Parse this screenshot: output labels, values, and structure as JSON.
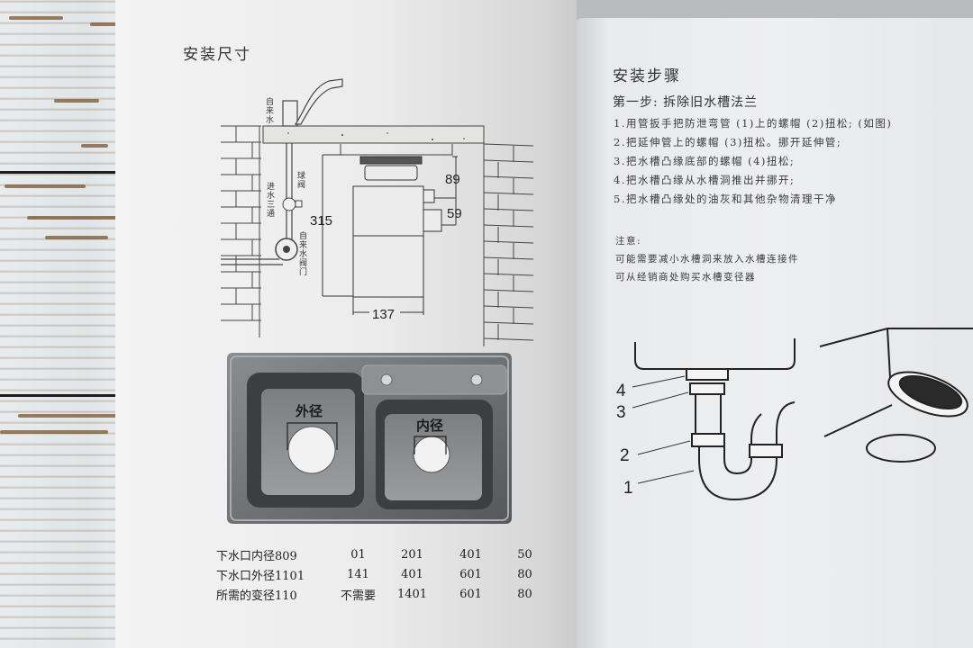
{
  "left_page": {
    "title": "安装尺寸",
    "diagram": {
      "labels": {
        "tap_water": "自来水",
        "ball_valve": "球阀",
        "inlet_tee": "进水三通",
        "water_valve": "自来水阀门"
      },
      "dimensions": {
        "height": "315",
        "top_offset": "89",
        "outlet_offset": "59",
        "width": "137"
      }
    },
    "sink_photo": {
      "outer_label": "外径",
      "inner_label": "内径"
    },
    "spec_table": {
      "rows": [
        {
          "label": "下水口内径809",
          "values": [
            "01",
            "201",
            "401",
            "50"
          ]
        },
        {
          "label": "下水口外径1101",
          "values": [
            "141",
            "401",
            "601",
            "80"
          ]
        },
        {
          "label": "所需的变径110",
          "values": [
            "不需要",
            "1401",
            "601",
            "80"
          ]
        }
      ]
    }
  },
  "right_page": {
    "title": "安装步骤",
    "step_title": "第一步: 拆除旧水槽法兰",
    "steps": [
      "1.用管扳手把防泄弯管 (1)上的螺帽 (2)扭松; (如图)",
      "2.把延伸管上的螺帽 (3)扭松。挪开延伸管;",
      "3.把水槽凸缘底部的螺帽 (4)扭松;",
      "4.把水槽凸缘从水槽洞推出并挪开;",
      "5.把水槽凸缘处的油灰和其他杂物清理干净"
    ],
    "note": {
      "heading": "注意:",
      "lines": [
        "可能需要减小水槽洞来放入水槽连接件",
        "可从经销商处购买水槽变径器"
      ]
    },
    "pipe_diagram": {
      "callouts": [
        "4",
        "3",
        "2",
        "1"
      ]
    }
  }
}
